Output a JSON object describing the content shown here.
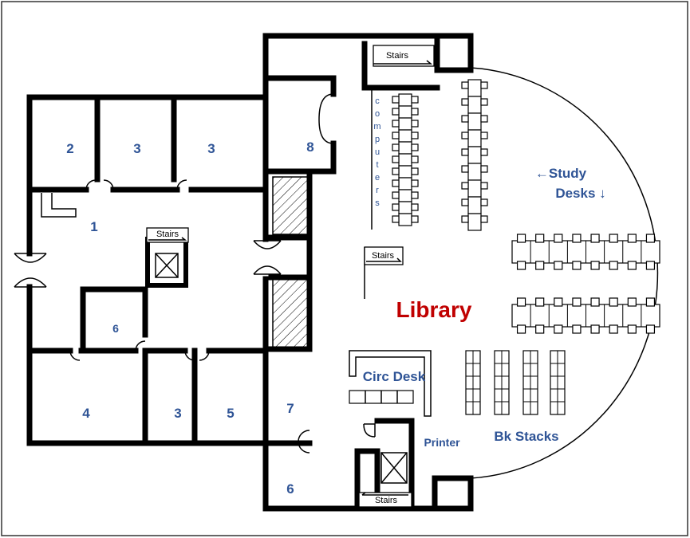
{
  "rooms": {
    "r1": "1",
    "r2": "2",
    "r3a": "3",
    "r3b": "3",
    "r3c": "3",
    "r4": "4",
    "r5": "5",
    "r6a": "6",
    "r6b": "6",
    "r7": "7",
    "r8": "8"
  },
  "library_title": "Library",
  "stairs": {
    "s1": "Stairs",
    "s2": "Stairs",
    "s3": "Stairs",
    "s4": "Stairs"
  },
  "labels": {
    "study_line1": "←Study",
    "study_line2": "Desks ↓",
    "circ_desk": "Circ Desk",
    "printer": "Printer",
    "bk_stacks": "Bk Stacks",
    "computers": [
      "c",
      "o",
      "m",
      "p",
      "u",
      "t",
      "e",
      "r",
      "s"
    ]
  },
  "colors": {
    "label_blue": "#2f5496",
    "library_red": "#c00000"
  }
}
